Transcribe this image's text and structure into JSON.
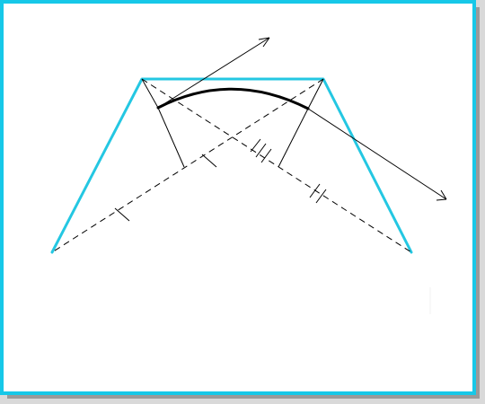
{
  "colors": {
    "frame": "#17c8e8",
    "trapezoid": "#24c7e2",
    "ink": "#000000",
    "paper": "#ffffff",
    "shadow": "#9a9a9a",
    "background": "#d9d9d9"
  },
  "diagram": {
    "shapes": [
      "trapezoid",
      "diagonals",
      "curved-arc",
      "perpendicular-lines",
      "arrows",
      "tick-marks"
    ],
    "line_styles": {
      "diagonals": "dashed",
      "trapezoid": "solid",
      "arc": "thick-solid",
      "perpendiculars": "solid-thin"
    }
  }
}
